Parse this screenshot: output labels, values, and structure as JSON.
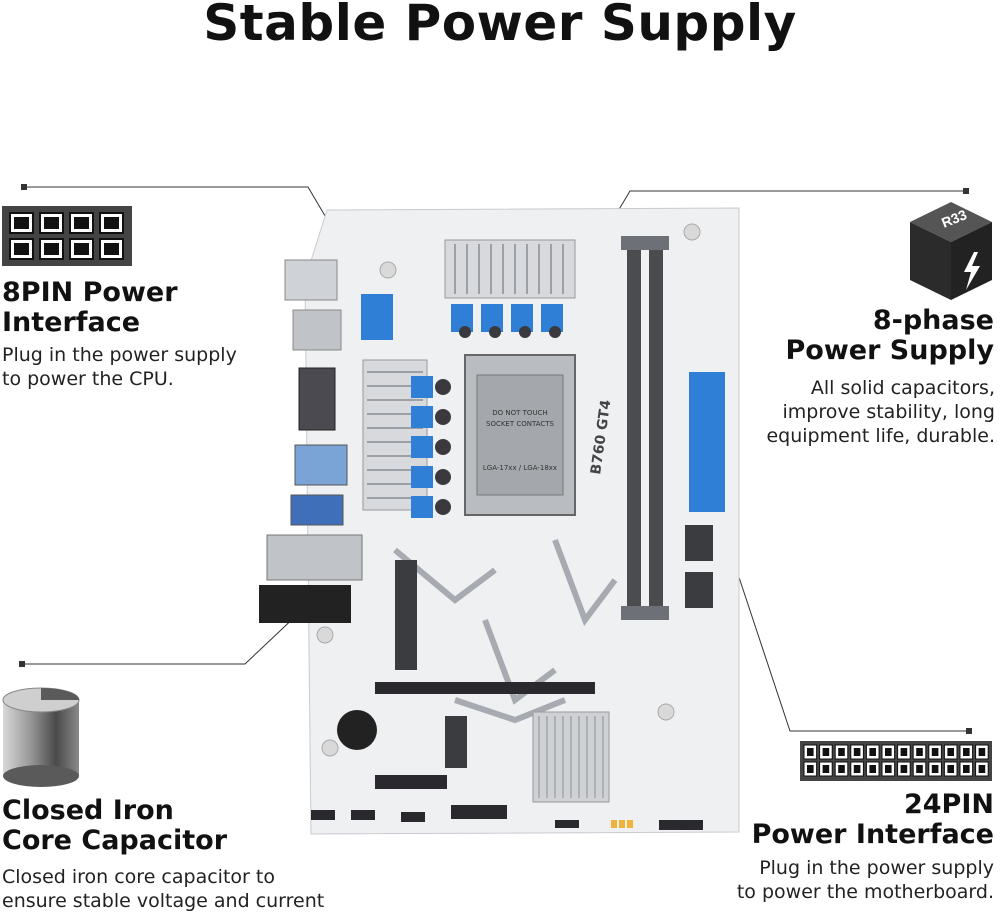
{
  "title": "Stable Power Supply",
  "features": {
    "pin8": {
      "heading_line1": "8PIN Power",
      "heading_line2": "Interface",
      "desc_line1": "Plug in the power supply",
      "desc_line2": "to power the CPU."
    },
    "phase8": {
      "heading_line1": "8-phase",
      "heading_line2": "Power Supply",
      "desc_line1": "All solid capacitors,",
      "desc_line2": "improve stability, long",
      "desc_line3": "equipment life, durable.",
      "box_label": "R33"
    },
    "capacitor": {
      "heading_line1": "Closed Iron",
      "heading_line2": "Core Capacitor",
      "desc_line1": "Closed iron core capacitor to",
      "desc_line2": "ensure stable voltage and current"
    },
    "pin24": {
      "heading_line1": "24PIN",
      "heading_line2": "Power Interface",
      "desc_line1": "Plug in the power supply",
      "desc_line2": "to power the motherboard."
    }
  },
  "board": {
    "model": "B760 GT4",
    "socket_text_1": "LGA-17xx / LGA-18xx",
    "socket_text_2": "DO NOT TOUCH",
    "socket_text_3": "SOCKET CONTACTS"
  },
  "colors": {
    "accent_blue": "#2f7fd6",
    "board": "#eef0f2",
    "text": "#111111"
  }
}
